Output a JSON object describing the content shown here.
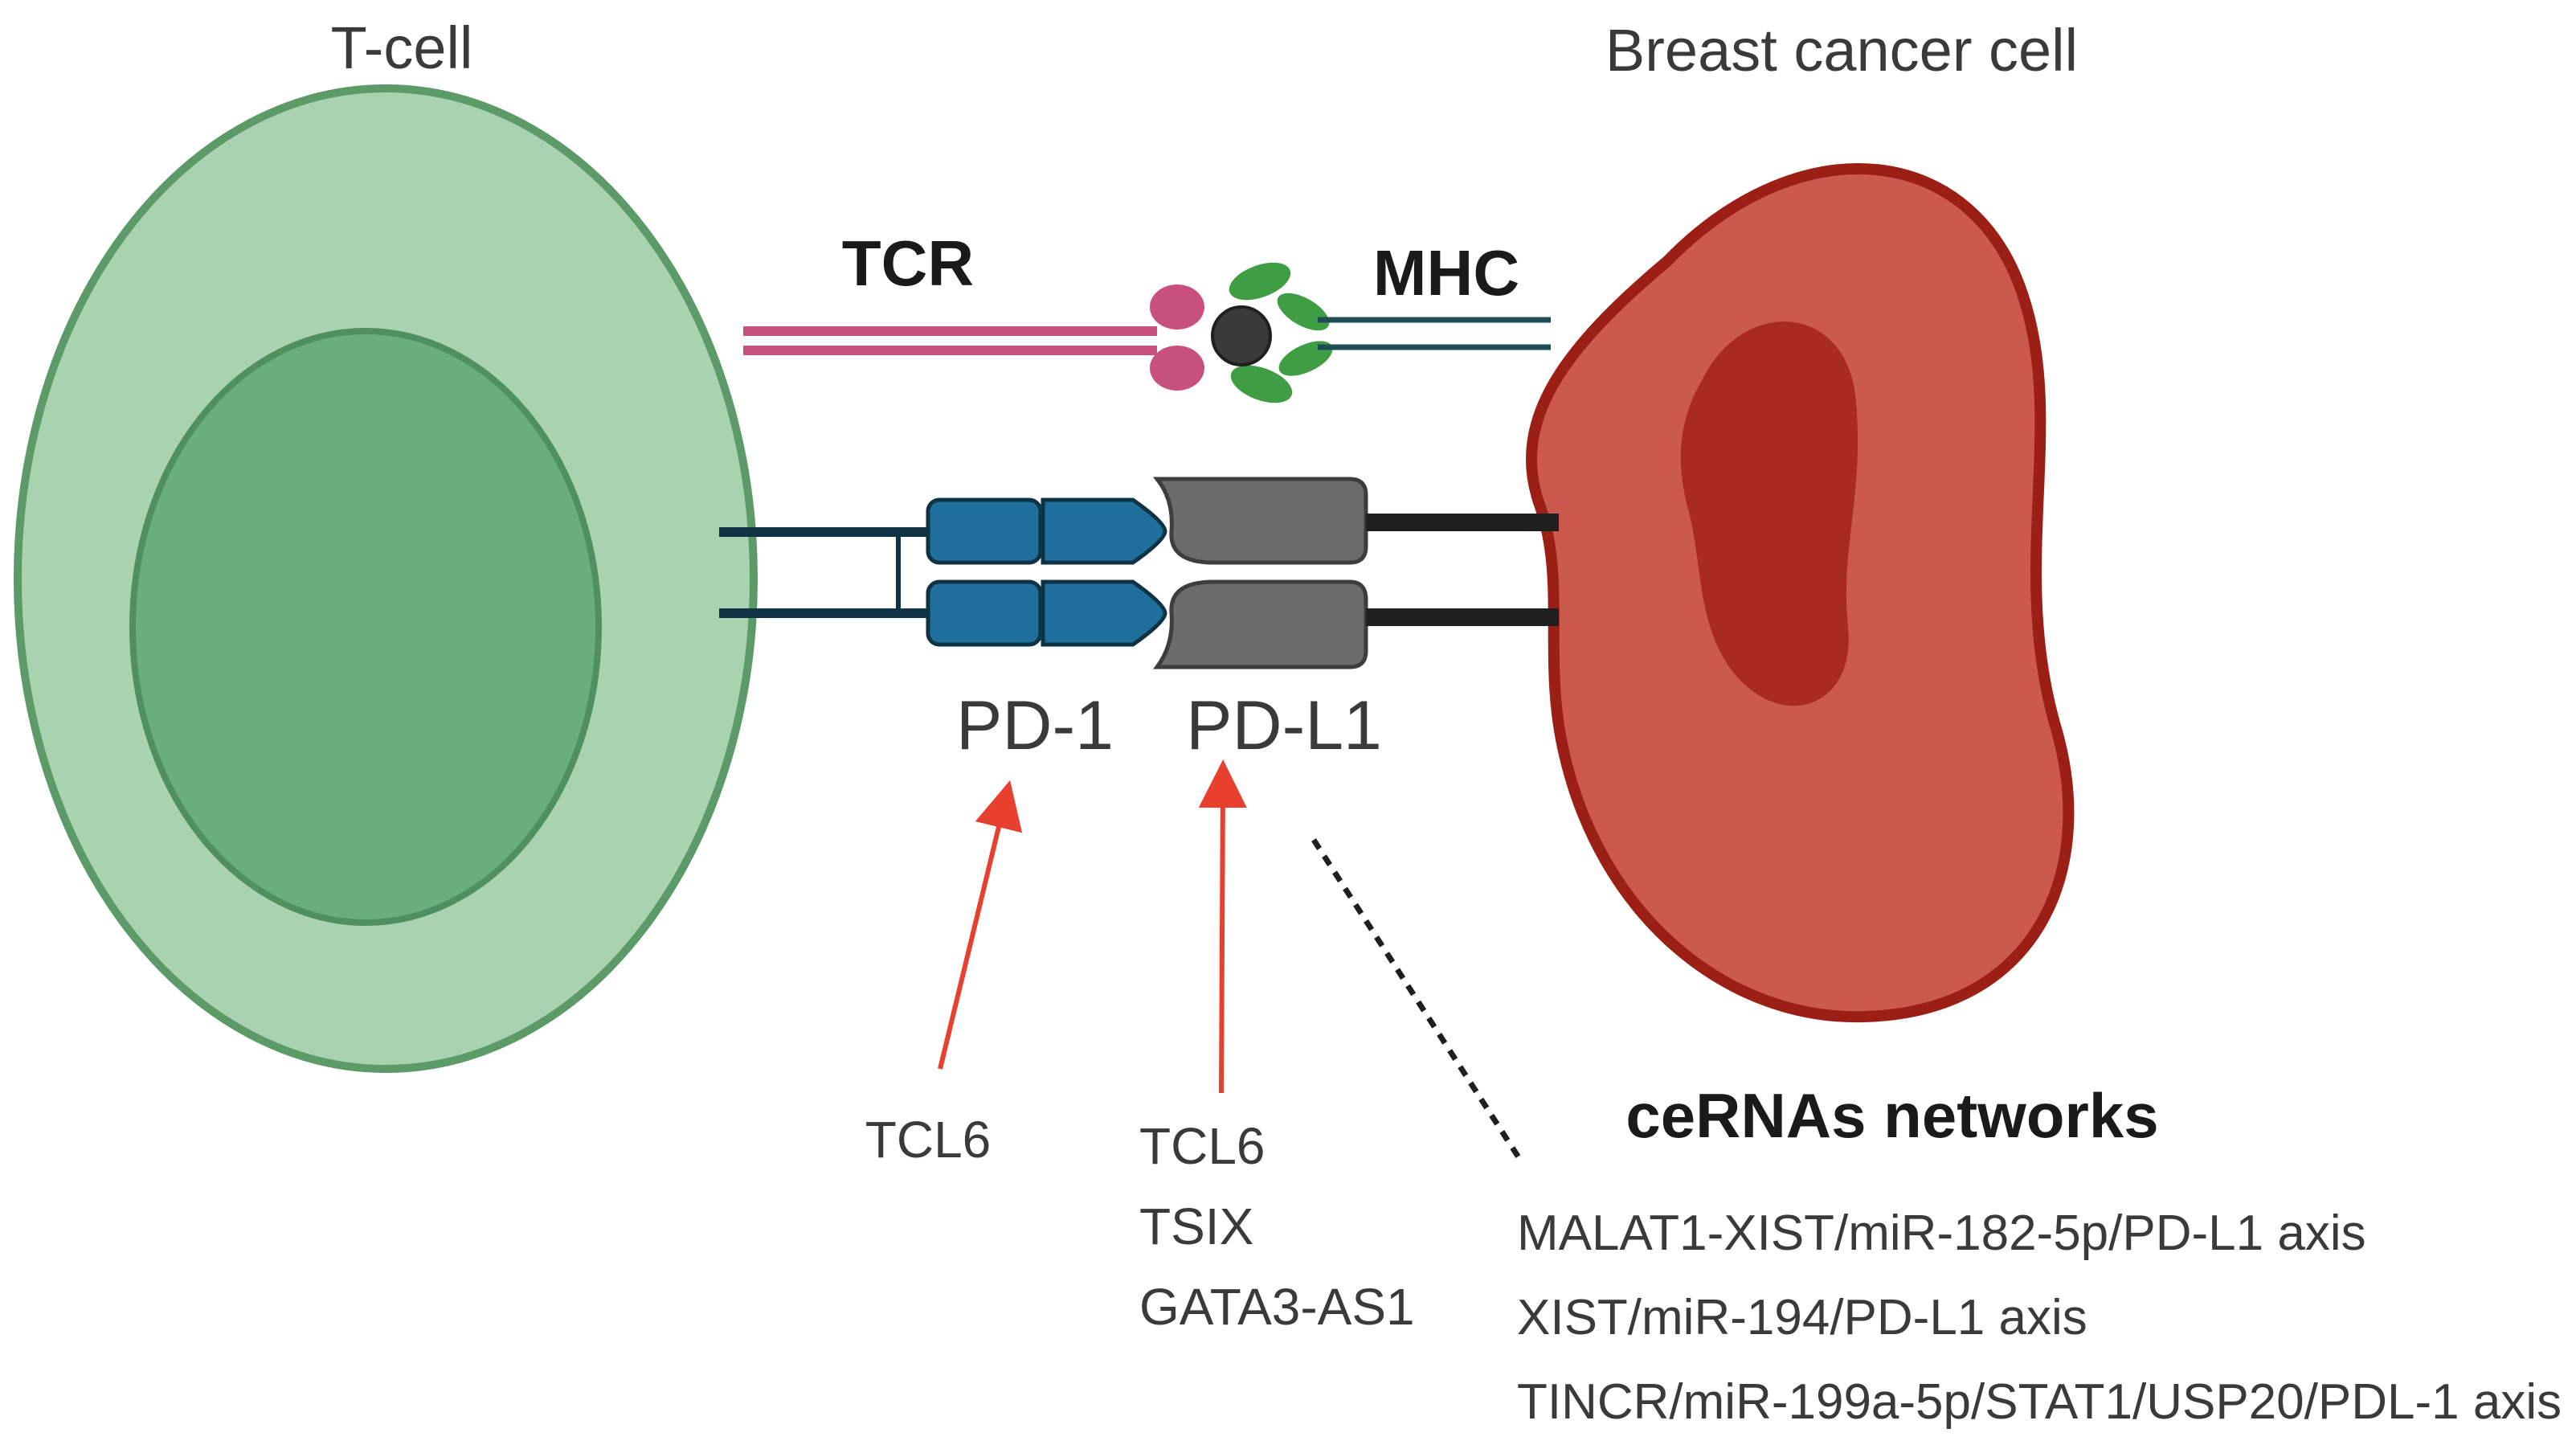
{
  "labels": {
    "tcell": "T-cell",
    "cancer": "Breast cancer cell",
    "tcr": "TCR",
    "mhc": "MHC",
    "pd1": "PD-1",
    "pdl1": "PD-L1"
  },
  "pd1_regulators": [
    "TCL6"
  ],
  "pdl1_regulators": [
    "TCL6",
    "TSIX",
    "GATA3-AS1"
  ],
  "cerna": {
    "title": "ceRNAs networks",
    "axes": [
      "MALAT1-XIST/miR-182-5p/PD-L1 axis",
      "XIST/miR-194/PD-L1 axis",
      "TINCR/miR-199a-5p/STAT1/USP20/PDL-1 axis"
    ]
  },
  "colors": {
    "tcell_outer": "#a9d2b0",
    "tcell_inner": "#6aae80",
    "tcell_stroke": "#5c9a68",
    "cancer_fill": "#cc5a4c",
    "cancer_stroke": "#9b1f14",
    "nucleus": "#a92a22",
    "tcr": "#c8507e",
    "mhc": "#1d4c54",
    "antigen": "#3a3a3a",
    "mhc_lobes": "#3f9e44",
    "pd1": "#1f6f9c",
    "pdl1": "#6b6b6b",
    "arrow": "#e8402e"
  }
}
